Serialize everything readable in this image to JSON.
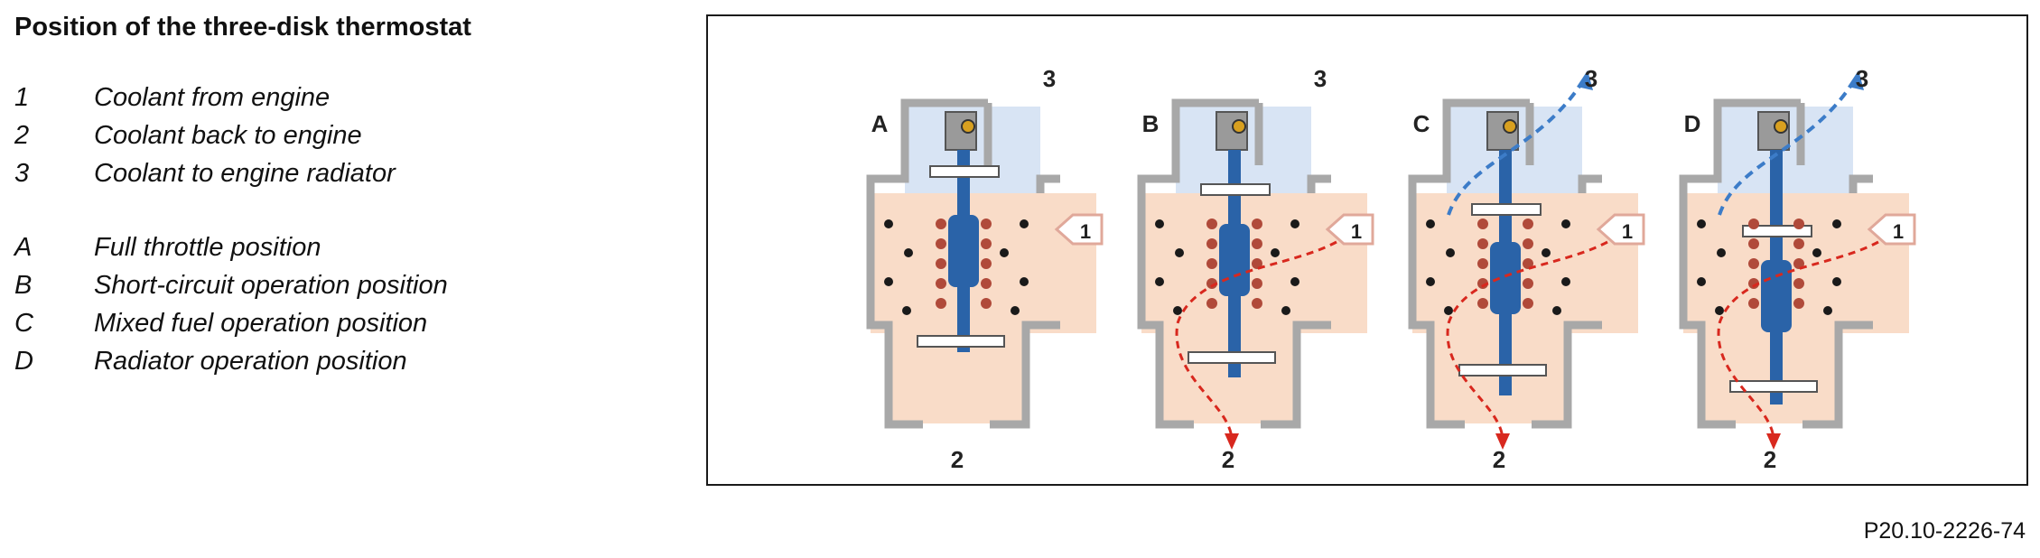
{
  "title": "Position of the three-disk thermostat",
  "legend": {
    "numbers": [
      {
        "key": "1",
        "text": "Coolant from engine"
      },
      {
        "key": "2",
        "text": "Coolant back to engine"
      },
      {
        "key": "3",
        "text": "Coolant to engine radiator"
      }
    ],
    "letters": [
      {
        "key": "A",
        "text": "Full throttle position"
      },
      {
        "key": "B",
        "text": "Short-circuit operation position"
      },
      {
        "key": "C",
        "text": "Mixed fuel operation position"
      },
      {
        "key": "D",
        "text": "Radiator operation position"
      }
    ]
  },
  "figure": {
    "panels": [
      {
        "letter": "A",
        "top_label": "3",
        "inlet_label": "1",
        "bottom_label": "2",
        "state": "closed"
      },
      {
        "letter": "B",
        "top_label": "3",
        "inlet_label": "1",
        "bottom_label": "2",
        "state": "short-circuit"
      },
      {
        "letter": "C",
        "top_label": "3",
        "inlet_label": "1",
        "bottom_label": "2",
        "state": "mixed"
      },
      {
        "letter": "D",
        "top_label": "3",
        "inlet_label": "1",
        "bottom_label": "2",
        "state": "radiator"
      }
    ],
    "colors": {
      "housing": "#a8a8a8",
      "housing_edge": "#707070",
      "lower_chamber": "#f9dcc8",
      "upper_chamber": "#d8e4f4",
      "stem": "#2a63a8",
      "spring_coil": "#b04a3a",
      "wax_ball": "#1a1a1a",
      "flow_red": "#d8281e",
      "flow_blue": "#3c7cc8"
    }
  },
  "caption": "P20.10-2226-74"
}
